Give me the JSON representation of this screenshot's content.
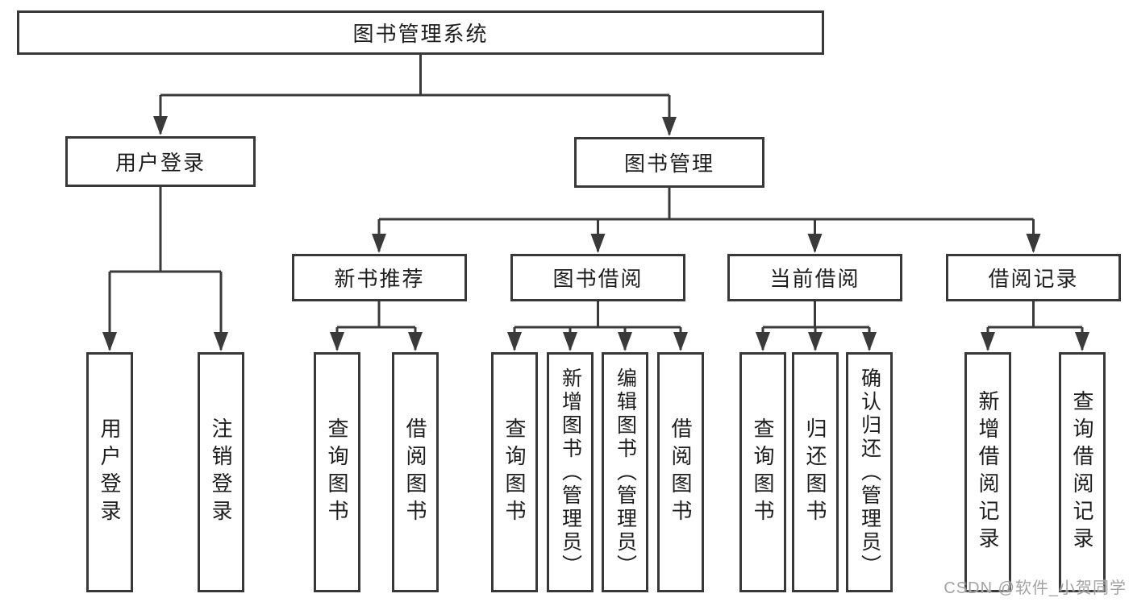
{
  "colors": {
    "line": "#3a3a3a",
    "border": "#383838",
    "text": "#1d1d1d",
    "background": "#ffffff",
    "watermark": "#9e9e9e"
  },
  "watermark": "CSDN @软件_小贺同学",
  "tree": {
    "root": "图书管理系统",
    "branches": [
      {
        "label": "用户登录",
        "children": [
          "用户登录",
          "注销登录"
        ]
      },
      {
        "label": "图书管理",
        "groups": [
          {
            "label": "新书推荐",
            "children": [
              "查询图书",
              "借阅图书"
            ]
          },
          {
            "label": "图书借阅",
            "children": [
              "查询图书",
              "新增图书（管理员）",
              "编辑图书（管理员）",
              "借阅图书"
            ]
          },
          {
            "label": "当前借阅",
            "children": [
              "查询图书",
              "归还图书",
              "确认归还（管理员）"
            ]
          },
          {
            "label": "借阅记录",
            "children": [
              "新增借阅记录",
              "查询借阅记录"
            ]
          }
        ]
      }
    ]
  }
}
